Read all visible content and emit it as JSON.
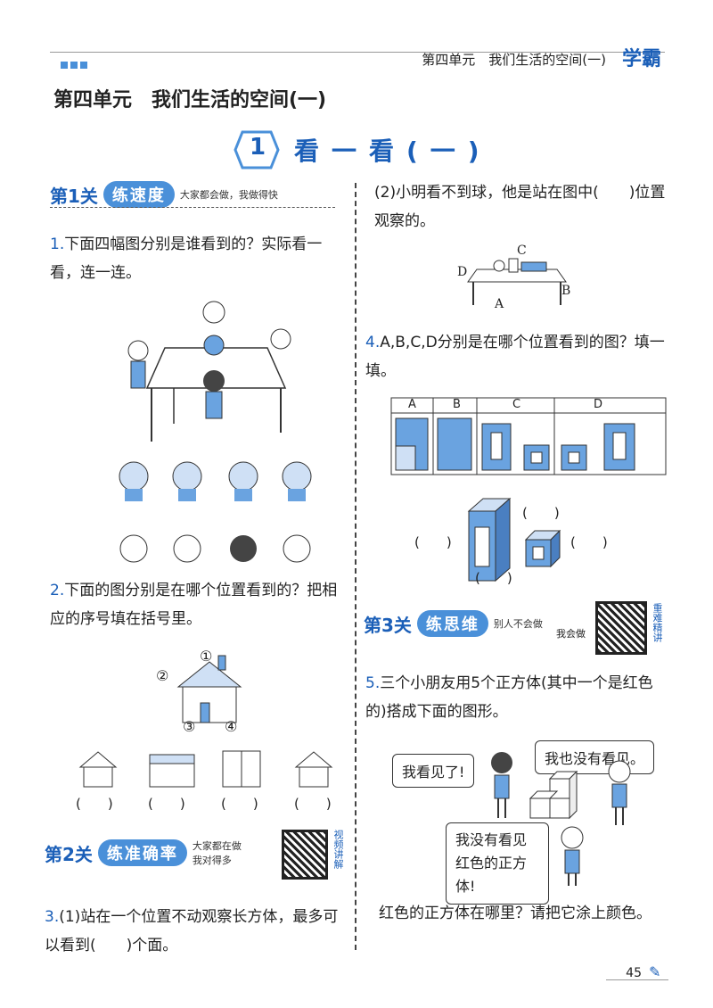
{
  "header": {
    "unit": "第四单元　我们生活的空间(一)",
    "brand": "学霸"
  },
  "unit_title": "第四单元　我们生活的空间(一)",
  "lesson": {
    "number": "1",
    "title": "看一看(一)"
  },
  "sections": {
    "s1": {
      "label": "第1关",
      "pill": "练速度",
      "note": "大家都会做，我做得快"
    },
    "s2": {
      "label": "第2关",
      "pill": "练准确率",
      "note": "大家都在做 我对得多",
      "video": "视频讲解"
    },
    "s3": {
      "label": "第3关",
      "pill": "练思维",
      "note1": "别人不会做",
      "note2": "我会做",
      "video": "重难精讲"
    }
  },
  "questions": {
    "q1": {
      "num": "1.",
      "text": "下面四幅图分别是谁看到的？实际看一看，连一连。"
    },
    "q2": {
      "num": "2.",
      "text": "下面的图分别是在哪个位置看到的？把相应的序号填在括号里。",
      "markers": [
        "①",
        "②",
        "③",
        "④"
      ],
      "blanks": [
        "(　　)",
        "(　　)",
        "(　　)",
        "(　　)"
      ]
    },
    "q3": {
      "num": "3.",
      "part1": "(1)站在一个位置不动观察长方体，最多可以看到(　　)个面。",
      "part2": "(2)小明看不到球，他是站在图中(　　)位置观察的。",
      "labels": [
        "A",
        "B",
        "C",
        "D"
      ]
    },
    "q4": {
      "num": "4.",
      "text": "A,B,C,D分别是在哪个位置看到的图？填一填。",
      "cols": [
        "A",
        "B",
        "C",
        "D"
      ],
      "blank": "(　　)"
    },
    "q5": {
      "num": "5.",
      "text": "三个小朋友用5个正方体(其中一个是红色的)搭成下面的图形。",
      "bubble1": "我看见了!",
      "bubble2": "我也没有看见。",
      "bubble3": "我没有看见红色的正方体!",
      "ask": "红色的正方体在哪里？请把它涂上颜色。"
    }
  },
  "page_number": "45"
}
